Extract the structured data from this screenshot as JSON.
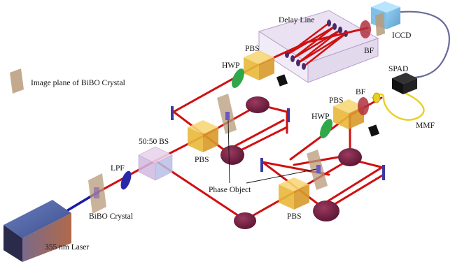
{
  "labels": {
    "delay_line": "Delay Line",
    "iccd": "ICCD",
    "bf_top": "BF",
    "bf_right": "BF",
    "spad": "SPAD",
    "pbs_top": "PBS",
    "pbs_right": "PBS",
    "pbs_middle": "PBS",
    "pbs_bottom": "PBS",
    "hwp_top": "HWP",
    "hwp_right": "HWP",
    "mmf": "MMF",
    "image_plane": "Image plane of BiBO Crystal",
    "bs": "50:50 BS",
    "lpf": "LPF",
    "phase_object": "Phase Object",
    "bibo": "BiBO Crystal",
    "laser": "355 nm Laser"
  },
  "colors": {
    "beam_red": "#d01010",
    "beam_uv": "#1a1aa8",
    "lens": "#7a2344",
    "pbs": "#e8b83a",
    "hwp": "#2fa84a",
    "laser_body": "#4a5d9a",
    "laser_side": "#8a5a4a",
    "plate": "#b89a7a",
    "fiber": "#6a6a9a",
    "mmf_fiber": "#e8d020",
    "delay_box": "#d8c8e8"
  }
}
